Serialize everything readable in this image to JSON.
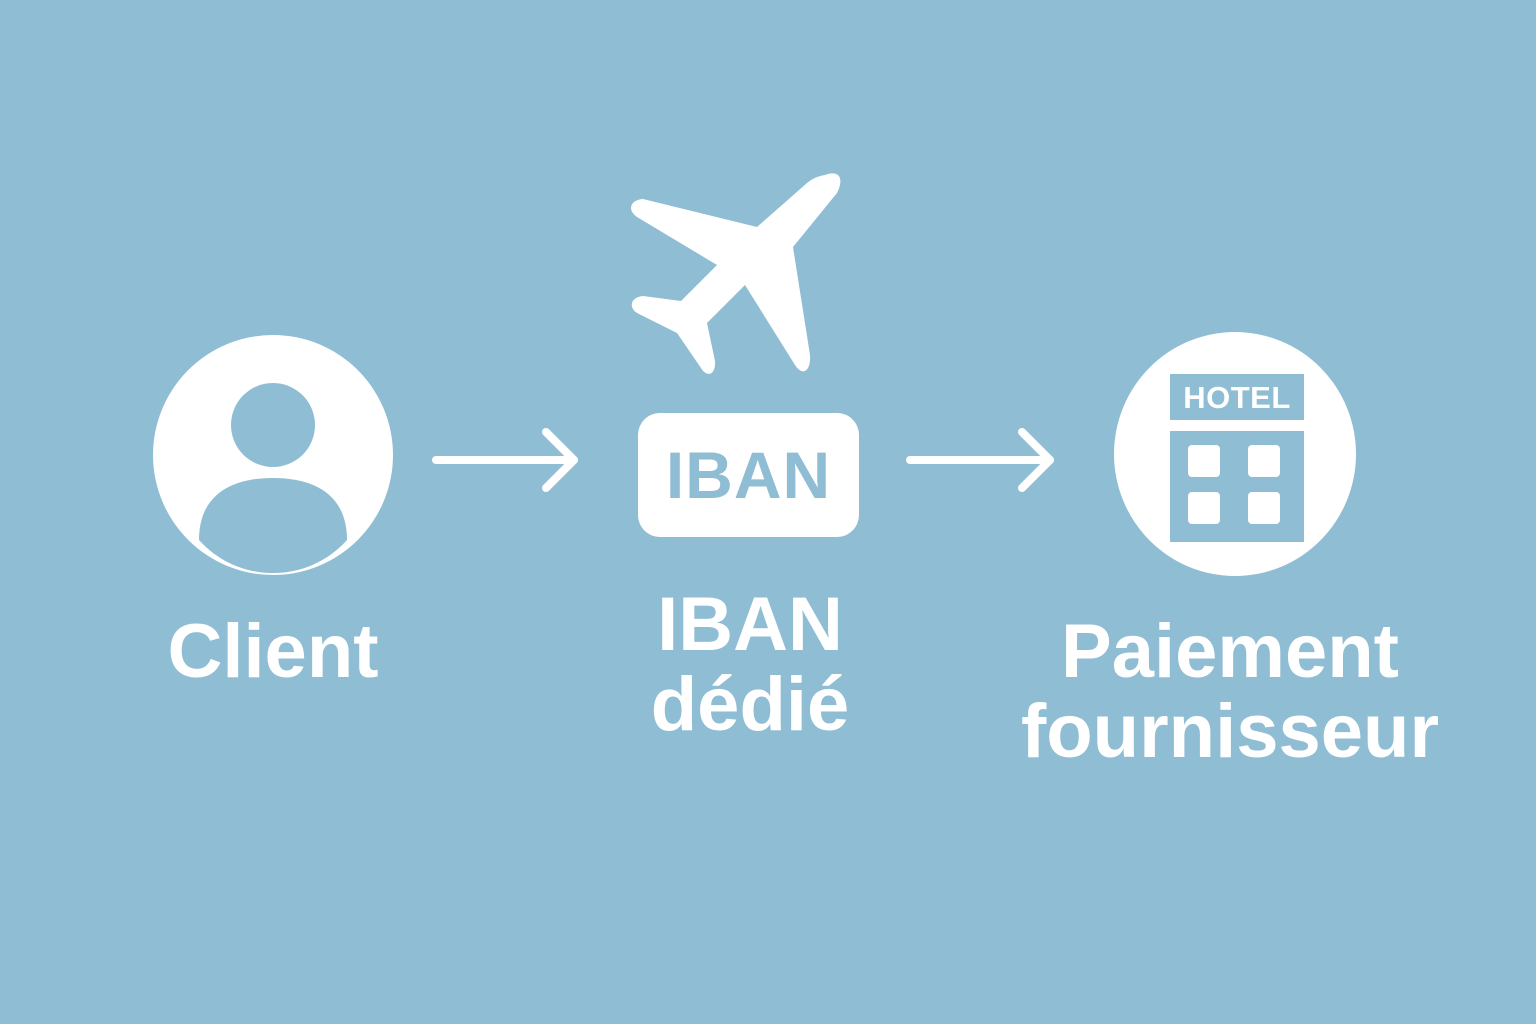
{
  "background_color": "#8fbdd4",
  "foreground_color": "#ffffff",
  "nodes": {
    "client": {
      "icon": "user-icon",
      "label": "Client"
    },
    "iban": {
      "icon": "airplane-icon",
      "badge_text": "IBAN",
      "label_line1": "IBAN",
      "label_line2": "dédié"
    },
    "supplier": {
      "icon": "hotel-icon",
      "sign_text": "HOTEL",
      "label_line1": "Paiement",
      "label_line2": "fournisseur"
    }
  },
  "connectors": [
    {
      "from": "client",
      "to": "iban",
      "icon": "arrow-right-icon"
    },
    {
      "from": "iban",
      "to": "supplier",
      "icon": "arrow-right-icon"
    }
  ]
}
